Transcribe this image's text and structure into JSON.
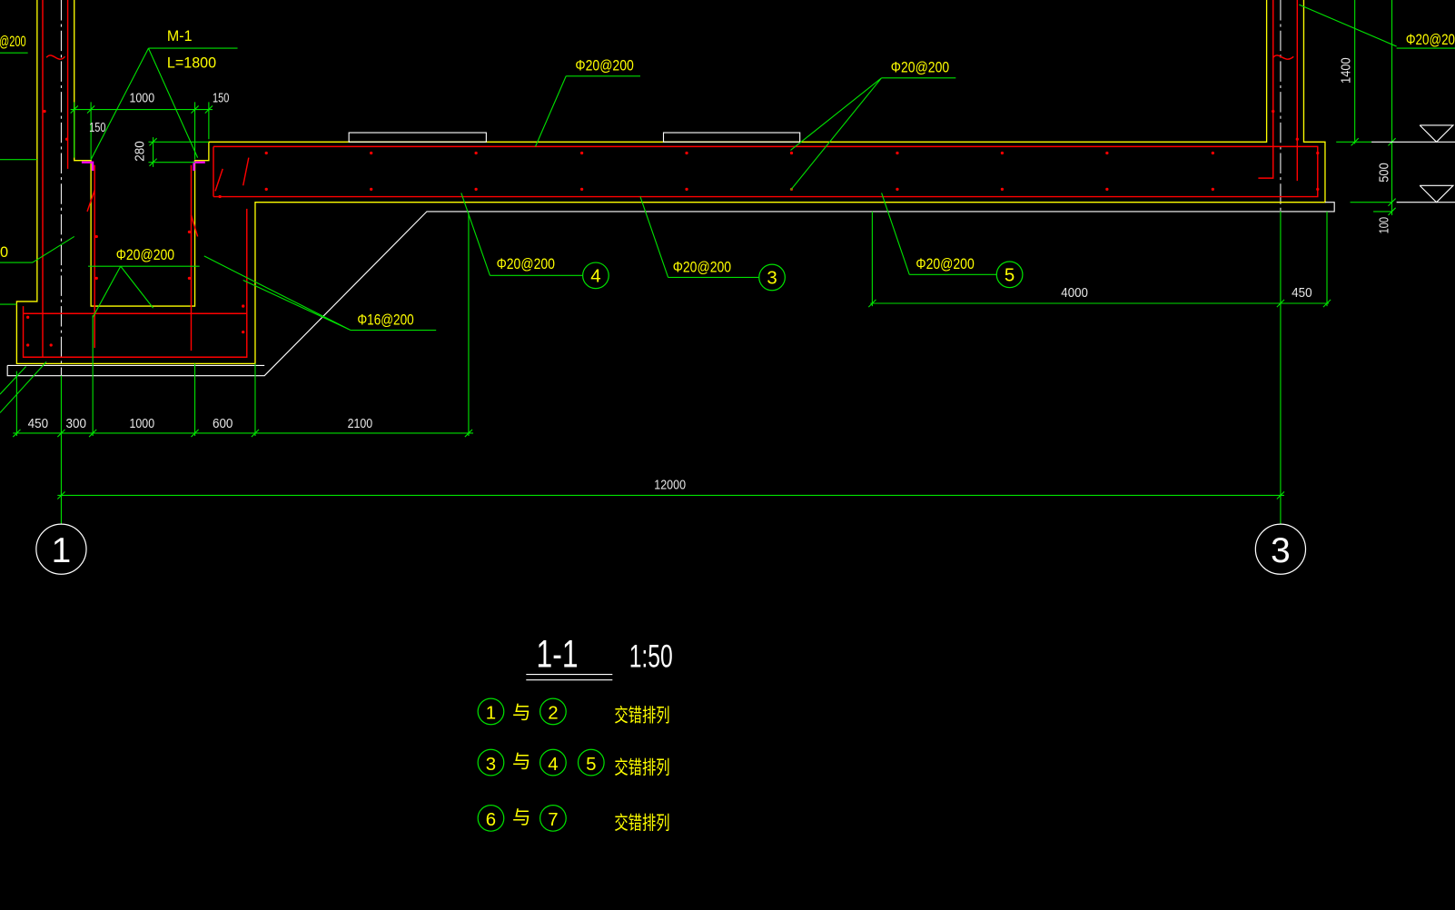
{
  "section": {
    "title": "1-1",
    "scale": "1:50"
  },
  "annotations": {
    "door_mark": "M-1",
    "door_length": "L=1800",
    "rebar_slab_top_mid": "Φ20@200",
    "rebar_slab_top_right": "Φ20@200",
    "rebar_slab_bottom_4": {
      "spec": "Φ20@200",
      "mark": "4"
    },
    "rebar_slab_bottom_3": {
      "spec": "Φ20@200",
      "mark": "3"
    },
    "rebar_slab_bottom_5": {
      "spec": "Φ20@200",
      "mark": "5"
    },
    "rebar_pit_wall": "Φ20@200",
    "rebar_pit_side": "Φ16@200",
    "clipped_top_left": "@200",
    "clipped_mid_left": "0",
    "clipped_top_right": "Φ20@20"
  },
  "dimensions": {
    "pit_width": "1000",
    "pit_ledge_left": "150",
    "pit_ledge_right": "150",
    "pit_ledge_height": "280",
    "wall_height": "1400",
    "slab_thickness": "500",
    "blinding_thickness": "100",
    "slab_span": "4000",
    "slab_end": "450",
    "bottom_chain": [
      "450",
      "300",
      "1000",
      "600",
      "2100"
    ],
    "axis_spacing": "12000"
  },
  "axes": {
    "left": "1",
    "right": "3"
  },
  "legend": [
    {
      "marks": [
        "1",
        "2"
      ],
      "connector": "与",
      "note": "交错排列"
    },
    {
      "marks": [
        "3",
        "4",
        "5"
      ],
      "connector": "与",
      "note": "交错排列"
    },
    {
      "marks": [
        "6",
        "7"
      ],
      "connector": "与",
      "note": "交错排列"
    }
  ],
  "colors": {
    "background": "#000000",
    "concrete_outline": "#ffff00",
    "rebar": "#ff0000",
    "dimension_line": "#00e000",
    "annotation_text": "#ffff00",
    "dimension_text": "#e6e6e6",
    "axis": "#ffffff",
    "hook_marker": "#ff00ff"
  }
}
